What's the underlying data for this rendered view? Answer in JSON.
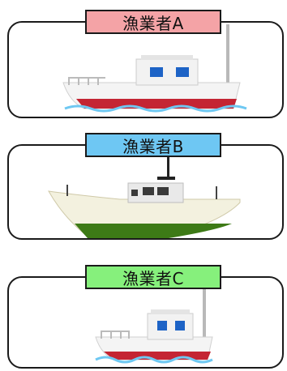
{
  "cards": [
    {
      "label": "漁業者A",
      "label_color": "#f4a3a6",
      "boat_icon": "fishing-boat-small-icon"
    },
    {
      "label": "漁業者B",
      "label_color": "#6ec7f3",
      "boat_icon": "fishing-boat-large-icon"
    },
    {
      "label": "漁業者C",
      "label_color": "#86f07c",
      "boat_icon": "fishing-boat-small-icon"
    }
  ]
}
